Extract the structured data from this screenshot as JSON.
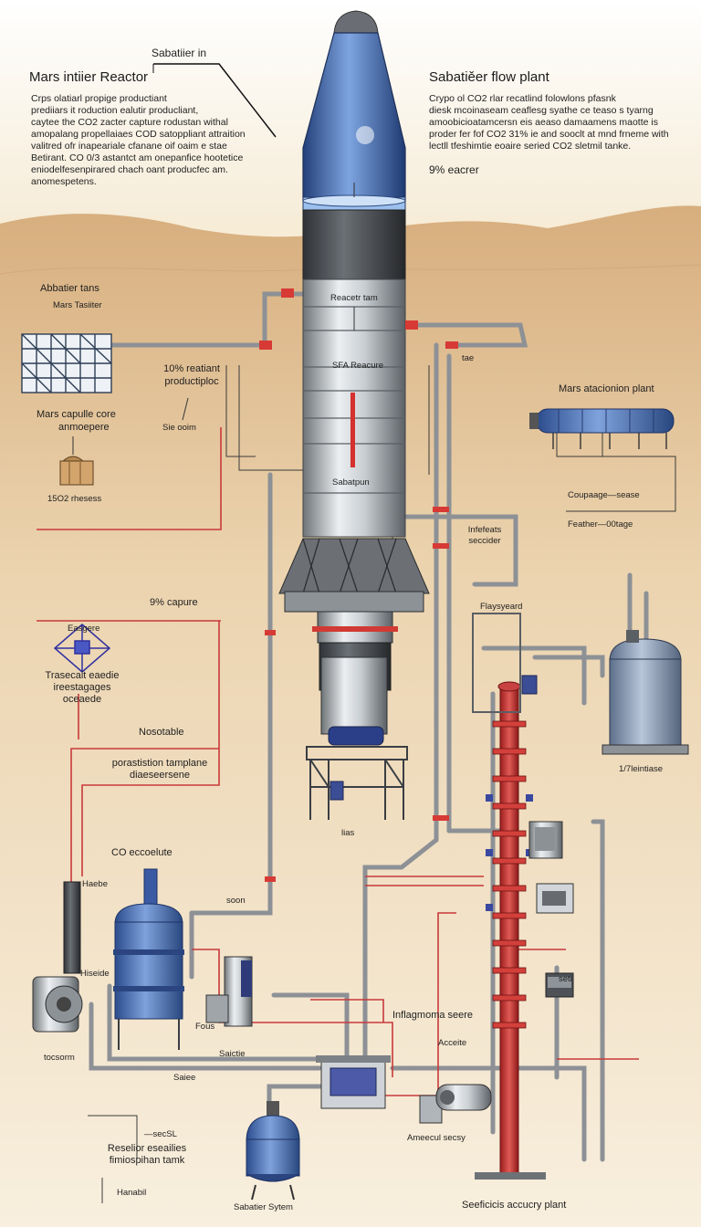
{
  "diagram": {
    "top_callout": "Sabatiier in",
    "left_block": {
      "title": "Mars intiier Reactor",
      "lines": [
        "Crps olatiarl propige productiant",
        "prediiars it roduction ealutir producliant,",
        "caytee the CO2 zacter capture rodustan withal",
        "amopalang propellaiaes COD satoppliant attraition",
        "valitred ofr inapeariale cfanane oif oaim e stae",
        "Betirant.  CO 0/3 astantct am onepanfice hootetice",
        "eniodelfesenpirared chach oant producfec am.",
        "anomespetens."
      ]
    },
    "right_block": {
      "title": "Sabatiěer flow plant",
      "lines": [
        "Crypo ol CO2 rlar recatlind folowlons pfasnk",
        "diesk mcoinaseam ceaflesg syathe ce teaso s tyarng",
        "amoobicioatamcersn eis aeaso damaamens maotte is",
        "proder fer fof CO2  31% ie and sooclt at mnd frneme with",
        "lectll tfeshimtie eoaire seried CO2 sletmil tanke."
      ],
      "note": "9% eacrer"
    },
    "labels": {
      "abatier_tans": "Abbatier tans",
      "mars_tassiter": "Mars Tasiiter",
      "reacter_tam": "Reacetr tam",
      "sfa_reacure": "SFA Reacure",
      "sabatier_band": "Sabatpun",
      "tae": "tae",
      "ten_pct": "10% reatiant",
      "producliploc": "productiploc",
      "se_ooim": "Sie ooim",
      "mars_capsule_1": "Mars capulle core",
      "mars_capsule_2": "anmoepere",
      "co2_tank": "15O2 rhesess",
      "mars_station": "Mars atacionion plant",
      "coupage": "Coupaage—sease",
      "feather": "Feather—00tage",
      "infefeots_1": "Infefeats",
      "infefeots_2": "seccider",
      "flaysyeard": "Flaysyeard",
      "capture": "9% capure",
      "eaegere": "Easgere",
      "trasecuit_1": "Trasecait eaedie",
      "trasecuit_2": "ireestagages",
      "trasecuit_3": "oceaede",
      "nosotable": "Nosotable",
      "porastion_1": "porastistion tamplane",
      "porastion_2": "diaeseersene",
      "lias": "lias",
      "co_eccolue": "CO  eccoelute",
      "haebe": "Haebe",
      "soon": "soon",
      "hiseide": "Hiseide",
      "fous": "Fous",
      "toosorm": "tocsorm",
      "saictie": "Saictie",
      "saiee": "Saiee",
      "inflagmoma": "Inflagmoma seere",
      "acceite": "Acceite",
      "seti": "seti",
      "right_tank": "1/7leintiase",
      "secl": "—secSL",
      "reselor_1": "Reselior eseailies",
      "reselor_2": "fimiospihan tamk",
      "hanabil": "Hanabil",
      "ammecul": "Ameecul secsy",
      "saber_system": "Sabatier Sytem",
      "safety_plant": "Seeficicis accucry plant"
    }
  }
}
